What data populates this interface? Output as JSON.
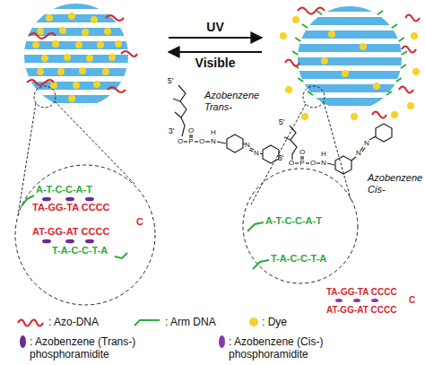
{
  "diagram": {
    "labels": [
      "UV",
      "Visible",
      "5'",
      "3'",
      "Azobenzene Trans-",
      "O",
      "O",
      "P",
      "O",
      "N",
      "H",
      "N",
      "N",
      "5'",
      "3'",
      "Azobenzene Cis-",
      "O",
      "O",
      "P",
      "O",
      "N",
      "H",
      "N",
      "N",
      "A-T-C-C-A-T",
      "TA-GG-TA CCCC",
      "C",
      "AT-GG-AT CCCC",
      "T-A-C-C-T-A",
      "A-T-C-C-A-T",
      "T-A-C-C-T-A",
      "TA-GG-TA CCCC",
      "C",
      "AT-GG-AT CCCC"
    ],
    "legend": [
      {
        "text": ": Azo-DNA"
      },
      {
        "text": ": Arm DNA"
      },
      {
        "text": ": Dye",
        "color": "#f5d327"
      },
      {
        "text": ": Azobenzene (Trans-) phosphoramidite",
        "color": "#6b2c91"
      },
      {
        "text": ": Azobenzene (Cis-) phosphoramidite",
        "color": "#8a3aa6"
      }
    ]
  }
}
